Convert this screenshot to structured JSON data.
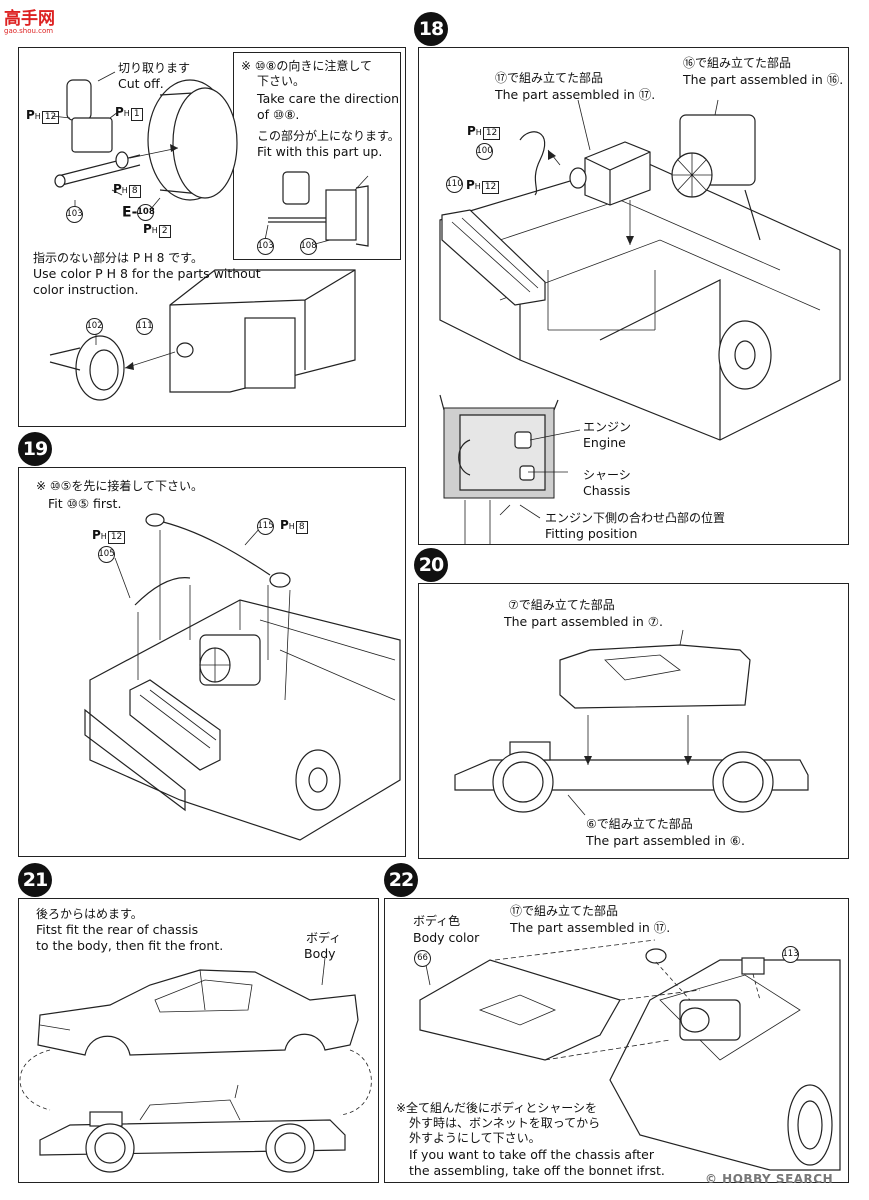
{
  "header": {
    "logo_text": "高手网",
    "logo_sub": "gao.shou.com"
  },
  "watermark": "© HOBBY SEARCH",
  "colors": {
    "ink": "#111111",
    "panel_border": "#222222",
    "logo": "#dd2222"
  },
  "step17": {
    "cut_jp": "切り取ります",
    "cut_en": "Cut off.",
    "note_jp1": "※ ⑩⑧の向きに注意して",
    "note_jp2": "下さい。",
    "note_en1": "Take care the direction",
    "note_en2": "of ⑩⑧.",
    "up_jp": "この部分が上になります。",
    "up_en": "Fit with this part up.",
    "default_jp": "指示のない部分は P H 8 です。",
    "default_en1": "Use color P H 8 for the parts without",
    "default_en2": "color instruction.",
    "parts": {
      "p103": "103",
      "p108": "108",
      "p111": "111",
      "p102": "102"
    },
    "codes": {
      "c12": "12",
      "c1": "1",
      "c8": "8",
      "c2": "2",
      "e_prefix": "E-"
    }
  },
  "step18": {
    "badge": "18",
    "p17_jp": "⑰で組み立てた部品",
    "p17_en": "The part assembled in ⑰.",
    "p16_jp": "⑯で組み立てた部品",
    "p16_en": "The part assembled in ⑯.",
    "engine_jp": "エンジン",
    "engine_en": "Engine",
    "chassis_jp": "シャーシ",
    "chassis_en": "Chassis",
    "fit_jp": "エンジン下側の合わせ凸部の位置",
    "fit_en": "Fitting position",
    "parts": {
      "p100": "100",
      "p110": "110"
    },
    "codes": {
      "c12a": "12",
      "c12b": "12"
    }
  },
  "step19": {
    "badge": "19",
    "note_jp": "※ ⑩⑤を先に接着して下さい。",
    "note_en": "Fit ⑩⑤ first.",
    "parts": {
      "p105": "105",
      "p115": "115"
    },
    "codes": {
      "c12": "12",
      "c8": "8"
    }
  },
  "step20": {
    "badge": "20",
    "p7_jp": "⑦で組み立てた部品",
    "p7_en": "The part assembled in ⑦.",
    "p6_jp": "⑥で組み立てた部品",
    "p6_en": "The part assembled in ⑥."
  },
  "step21": {
    "badge": "21",
    "rear_jp": "後ろからはめます。",
    "rear_en1": "Fitst fit the rear of chassis",
    "rear_en2": "to the body, then fit the front.",
    "body_jp": "ボディ",
    "body_en": "Body"
  },
  "step22": {
    "badge": "22",
    "bodycolor_jp": "ボディ色",
    "bodycolor_en": "Body color",
    "p17_jp": "⑰で組み立てた部品",
    "p17_en": "The part assembled in ⑰.",
    "note_jp1": "※全て組んだ後にボディとシャーシを",
    "note_jp2": "外す時は、ボンネットを取ってから",
    "note_jp3": "外すようにして下さい。",
    "note_en1": "If you want to take off the chassis after",
    "note_en2": "the assembling, take off the bonnet ifrst.",
    "parts": {
      "p66": "66",
      "p113": "113"
    }
  }
}
